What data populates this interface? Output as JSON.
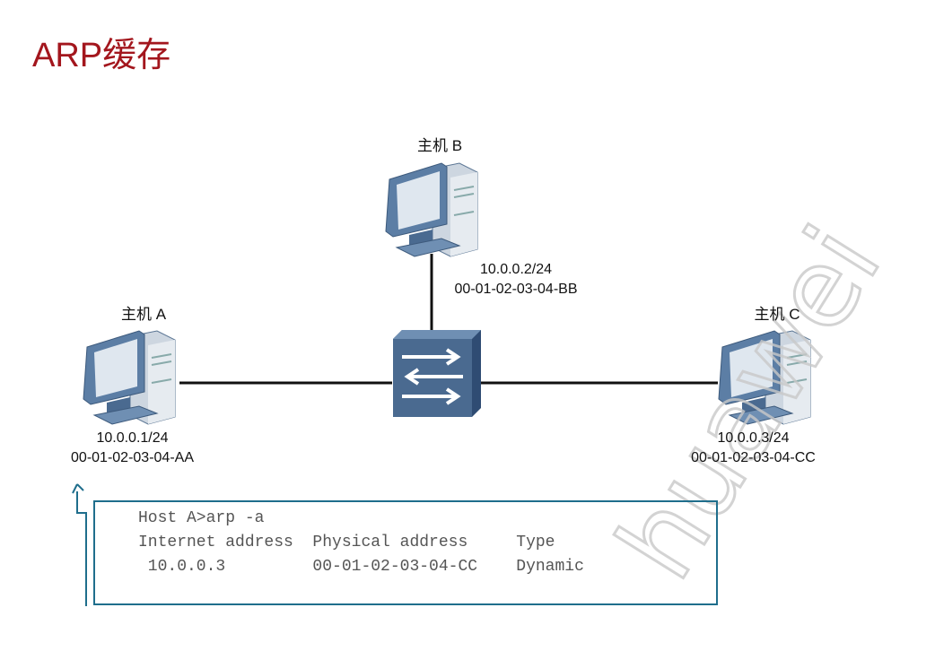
{
  "title": "ARP缓存",
  "hosts": {
    "a": {
      "label": "主机 A",
      "ip": "10.0.0.1/24",
      "mac": "00-01-02-03-04-AA"
    },
    "b": {
      "label": "主机 B",
      "ip": "10.0.0.2/24",
      "mac": "00-01-02-03-04-BB"
    },
    "c": {
      "label": "主机 C",
      "ip": "10.0.0.3/24",
      "mac": "00-01-02-03-04-CC"
    }
  },
  "terminal": {
    "command": "Host A>arp -a",
    "header": "Internet address  Physical address     Type",
    "row": " 10.0.0.3         00-01-02-03-04-CC    Dynamic"
  },
  "colors": {
    "title": "#a3161d",
    "terminal_border": "#1f6e8c",
    "device": "#4a6a90"
  },
  "watermark": "huawei"
}
